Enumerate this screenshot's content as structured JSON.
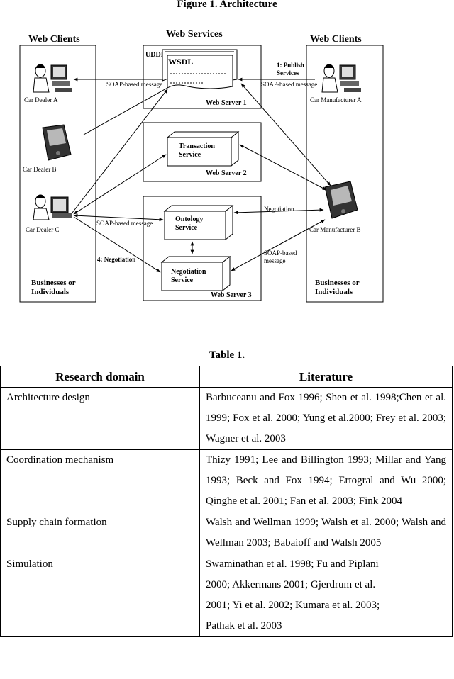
{
  "figure": {
    "title": "Figure 1. Architecture",
    "labels": {
      "web_clients_left": "Web Clients",
      "web_services": "Web Services",
      "web_clients_right": "Web Clients",
      "uddi": "UDDI",
      "wsdl": "WSDL",
      "web_server_1": "Web Server 1",
      "web_server_2": "Web Server 2",
      "web_server_3": "Web Server 3",
      "transaction_service_1": "Transaction",
      "transaction_service_2": "Service",
      "ontology_service_1": "Ontology",
      "ontology_service_2": "Service",
      "negotiation_service_1": "Negotiation",
      "negotiation_service_2": "Service",
      "car_dealer_a": "Car Dealer A",
      "car_dealer_b": "Car Dealer  B",
      "car_dealer_c": "Car Dealer C",
      "car_manufacturer_a": "Car Manufacturer A",
      "car_manufacturer_b": "Car Manufacturer B",
      "soap_msg_1": "SOAP-based message",
      "soap_msg_2": "SOAP-based message",
      "soap_msg_3": "SOAP-based message",
      "soap_based": "SOAP-based",
      "message": "message",
      "publish_1": "1: Publish",
      "publish_2": "Services",
      "negotiation_label": "Negotiation",
      "negotiation_4": "4: Negotiation",
      "biz_left_1": "Businesses or",
      "biz_left_2": "Individuals",
      "biz_right_1": "Businesses or",
      "biz_right_2": "Individuals"
    }
  },
  "table": {
    "title": "Table 1.",
    "headers": {
      "domain": "Research domain",
      "literature": "Literature"
    },
    "rows": [
      {
        "domain": "Architecture design",
        "literature": "Barbuceanu and Fox 1996; Shen et al. 1998;Chen et al. 1999; Fox et al. 2000; Yung et al.2000; Frey et al. 2003; Wagner et al. 2003"
      },
      {
        "domain": "Coordination mechanism",
        "literature": "Thizy 1991; Lee and Billington 1993; Millar and Yang 1993; Beck and Fox 1994; Ertogral and Wu 2000; Qinghe et al. 2001; Fan et al. 2003; Fink 2004"
      },
      {
        "domain": "Supply chain formation",
        "literature": "Walsh and Wellman 1999; Walsh et al. 2000; Walsh and Wellman 2003; Babaioff and Walsh 2005"
      },
      {
        "domain": "Simulation",
        "literature_lines": [
          "Swaminathan et al. 1998; Fu and Piplani",
          "2000; Akkermans 2001; Gjerdrum et al.",
          "2001; Yi et al. 2002; Kumara et al. 2003;",
          "Pathak et al. 2003"
        ]
      }
    ]
  }
}
